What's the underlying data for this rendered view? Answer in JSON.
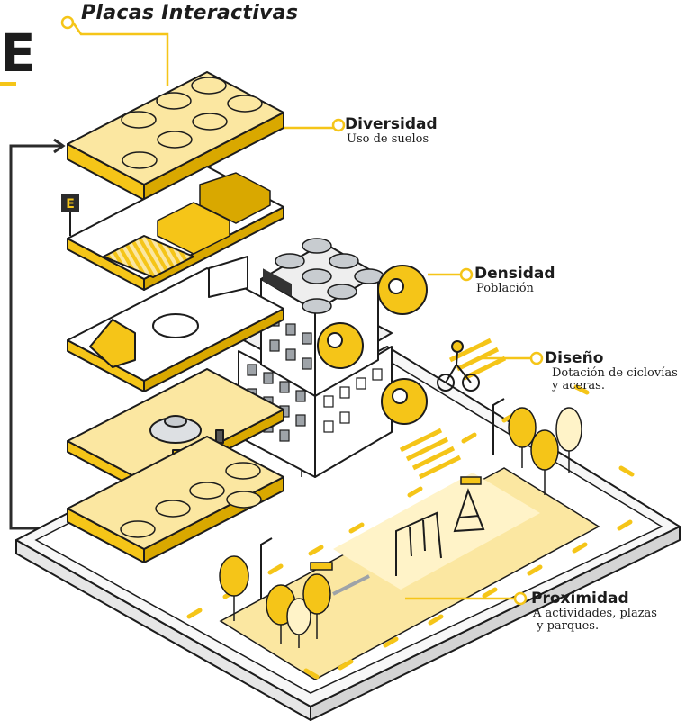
{
  "title": "Placas Interactivas",
  "corner_letter": "E",
  "parking_sign": "E",
  "labels": [
    {
      "id": "diversidad",
      "title": "Diversidad",
      "sub": "Uso de suelos"
    },
    {
      "id": "densidad",
      "title": "Densidad",
      "sub": "Población"
    },
    {
      "id": "diseno",
      "title": "Diseño",
      "sub": "Dotación de ciclovías\ny aceras."
    },
    {
      "id": "proximidad",
      "title": "Proximidad",
      "sub": "A actividades, plazas\n y parques."
    }
  ],
  "colors": {
    "accent": "#F5C518",
    "accent_light": "#FBE7A1",
    "outline": "#1C1C1C",
    "building_gray": "#9EA3A8",
    "ground": "#F7F7F7"
  }
}
